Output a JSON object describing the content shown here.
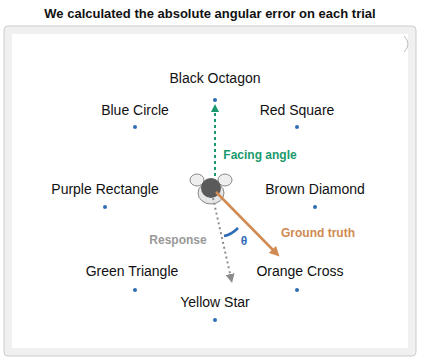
{
  "diagram": {
    "title": "We calculated the absolute angular error on each trial",
    "labels": [
      "Black Octagon",
      "Blue Circle",
      "Red Square",
      "Purple Rectangle",
      "Brown Diamond",
      "Green Triangle",
      "Orange Cross",
      "Yellow Star",
      "Facing angle",
      "Ground truth",
      "Response",
      "θ"
    ]
  }
}
